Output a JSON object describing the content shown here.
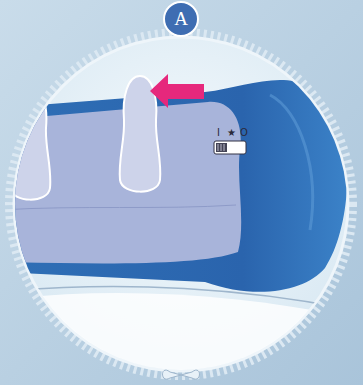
{
  "diagram": {
    "nodes": [
      {
        "text": [
          "A"
        ]
      }
    ],
    "labels": [
      "I",
      "★",
      "O"
    ]
  }
}
